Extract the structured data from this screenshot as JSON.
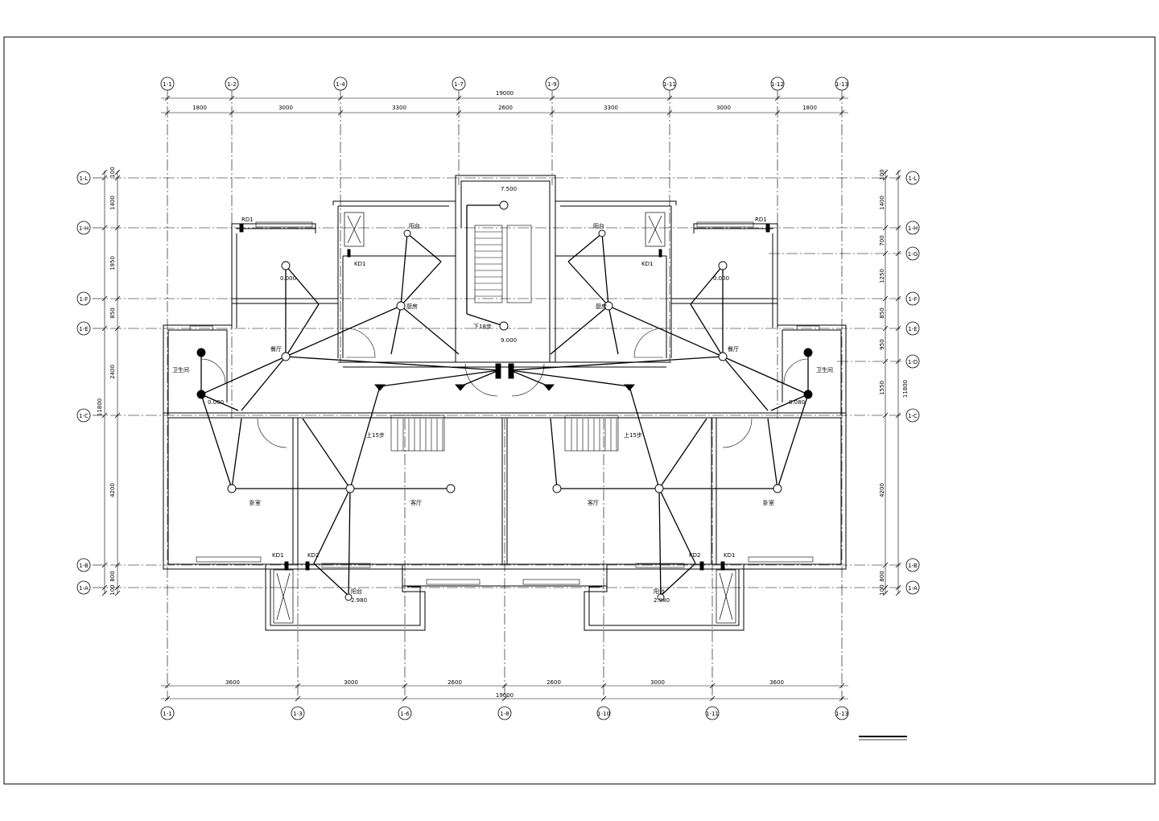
{
  "drawing": {
    "dims_top": [
      "1800",
      "3000",
      "3300",
      "2600",
      "3300",
      "3000",
      "1800"
    ],
    "dim_top_total": "19000",
    "dims_bottom": [
      "3600",
      "3000",
      "2600",
      "2600",
      "3000",
      "3600"
    ],
    "dim_bottom_total": "19000",
    "dims_left": [
      "100",
      "1400",
      "1950",
      "850",
      "2400",
      "4200",
      "800",
      "100"
    ],
    "dim_left_total": "11800",
    "dims_right": [
      "100",
      "1400",
      "700",
      "1250",
      "850",
      "950",
      "1550",
      "4200",
      "800",
      "100"
    ],
    "dim_right_total": "11800",
    "axis_top": [
      "1-1",
      "1-2",
      "1-4",
      "1-7",
      "1-9",
      "1-11",
      "1-12",
      "1-13"
    ],
    "axis_bottom": [
      "1-1",
      "1-3",
      "1-6",
      "1-8",
      "1-10",
      "1-11",
      "1-13"
    ],
    "axis_left": [
      "1-L",
      "1-H",
      "1-F",
      "1-E",
      "1-C",
      "1-B",
      "1-A"
    ],
    "axis_right": [
      "1-L",
      "1-H",
      "1-G",
      "1-F",
      "1-E",
      "1-D",
      "1-C",
      "1-B",
      "1-A"
    ],
    "elev_top": "7.500",
    "elev_mid": "9.000",
    "down_label": "下18步",
    "up_left": "上15步",
    "up_right": "上15步",
    "panel_rd1": "RD1",
    "panel_kd1": "KD1",
    "panel_kd2": "KD2",
    "room_bedroom": "卧室",
    "room_living": "客厅",
    "room_dining": "餐厅",
    "room_kitchen": "厨房",
    "room_bath": "卫生间",
    "room_balcony": "阳台",
    "elev_small": "0.080",
    "elev_small2": "0.000",
    "elev_small3": "2.980"
  }
}
